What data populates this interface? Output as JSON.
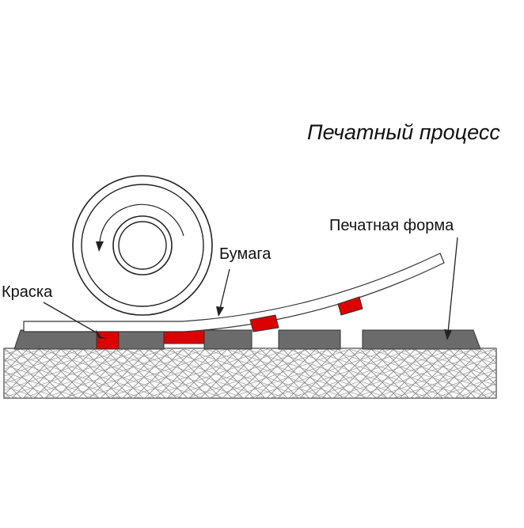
{
  "diagram": {
    "title": "Печатный процесс",
    "labels": {
      "paper": "Бумага",
      "printing_form": "Печатная форма",
      "ink": "Краска"
    },
    "colors": {
      "ink": "#dd0000",
      "form": "#6b6b6b",
      "hatch": "#8a8a8a",
      "outline": "#222222"
    }
  }
}
